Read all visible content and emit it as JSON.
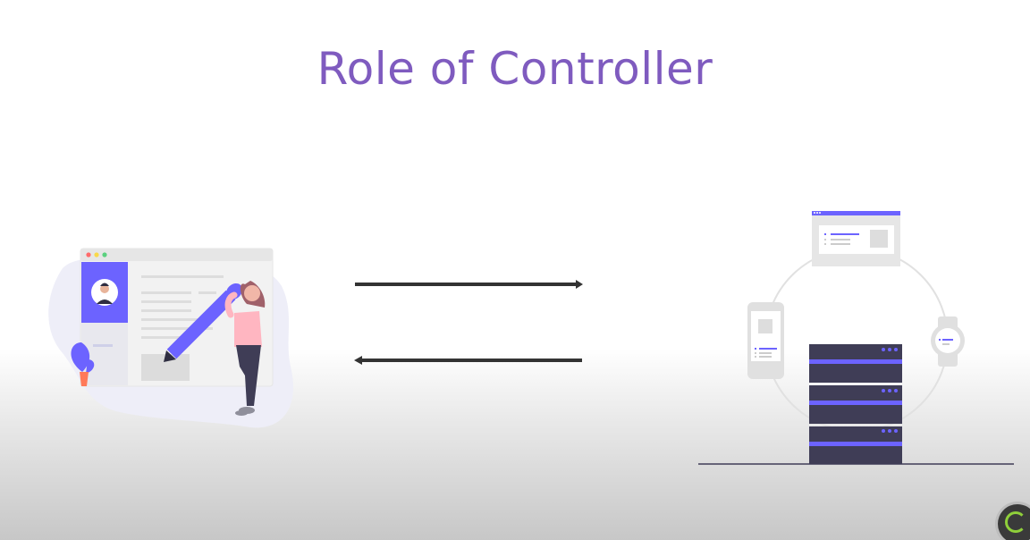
{
  "slide": {
    "title": "Role of Controller"
  },
  "colors": {
    "title": "#7f5bbf",
    "accent_purple": "#6c63ff",
    "dark": "#3f3d56",
    "arrow": "#333333"
  },
  "icons": {
    "left_illustration": "web-designer-illustration",
    "right_illustration": "server-devices-illustration",
    "request_arrow": "arrow-right-icon",
    "response_arrow": "arrow-left-icon",
    "corner_logo": "channel-logo-icon"
  }
}
